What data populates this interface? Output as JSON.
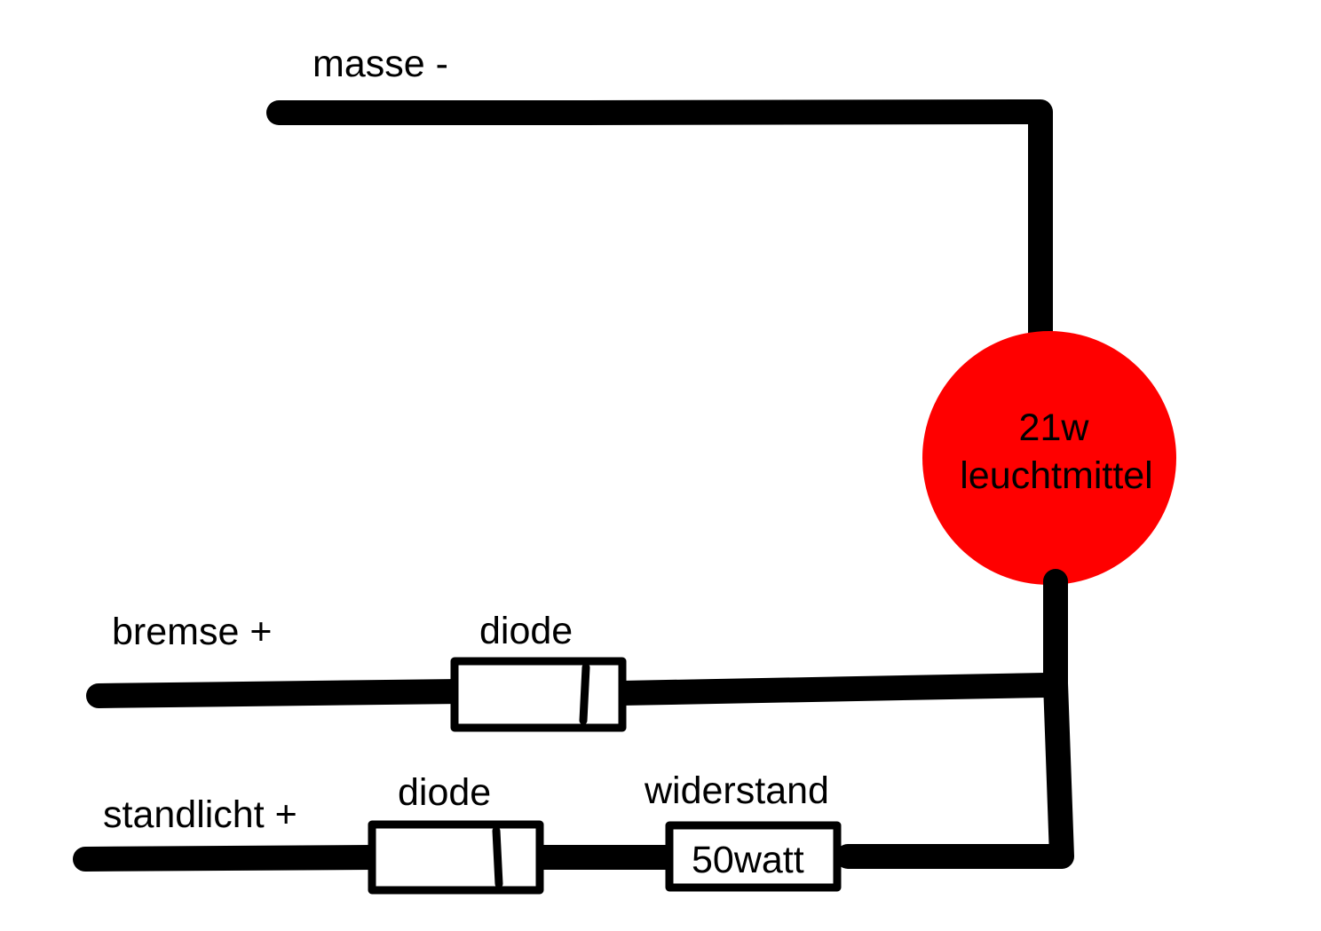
{
  "colors": {
    "wire": "#000000",
    "lamp_fill": "#ff0000",
    "component_fill": "#ffffff",
    "background": "#ffffff"
  },
  "labels": {
    "ground": "masse -",
    "brake": "bremse +",
    "parking_light": "standlicht +",
    "diode_brake": "diode",
    "diode_parking": "diode",
    "resistor": "widerstand",
    "resistor_value": "50watt",
    "lamp_line1": "21w",
    "lamp_line2": "leuchtmittel"
  },
  "components": {
    "lamp": {
      "type": "lamp"
    },
    "diode_brake": {
      "type": "diode"
    },
    "diode_parking": {
      "type": "diode"
    },
    "resistor": {
      "type": "resistor"
    }
  }
}
